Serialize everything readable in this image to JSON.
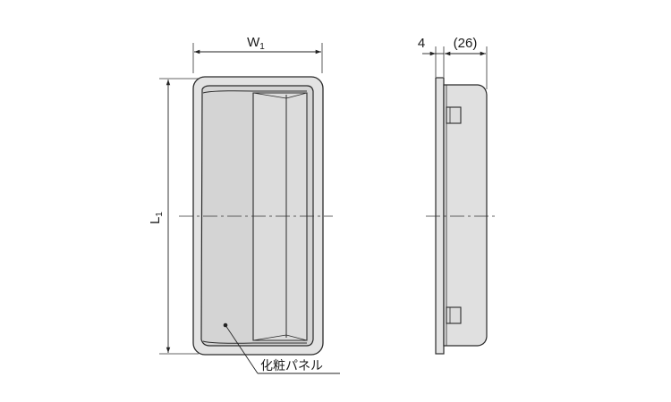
{
  "front_view": {
    "width_label": "W",
    "width_subscript": "1",
    "length_label": "L",
    "length_subscript": "1",
    "panel_label": "化粧パネル"
  },
  "side_view": {
    "thickness_label": "4",
    "depth_label": "(26)"
  },
  "colors": {
    "body_fill": "#e3e3e3",
    "panel_fill": "#d4d4d4",
    "stroke": "#2b2b2b",
    "line": "#333333"
  }
}
